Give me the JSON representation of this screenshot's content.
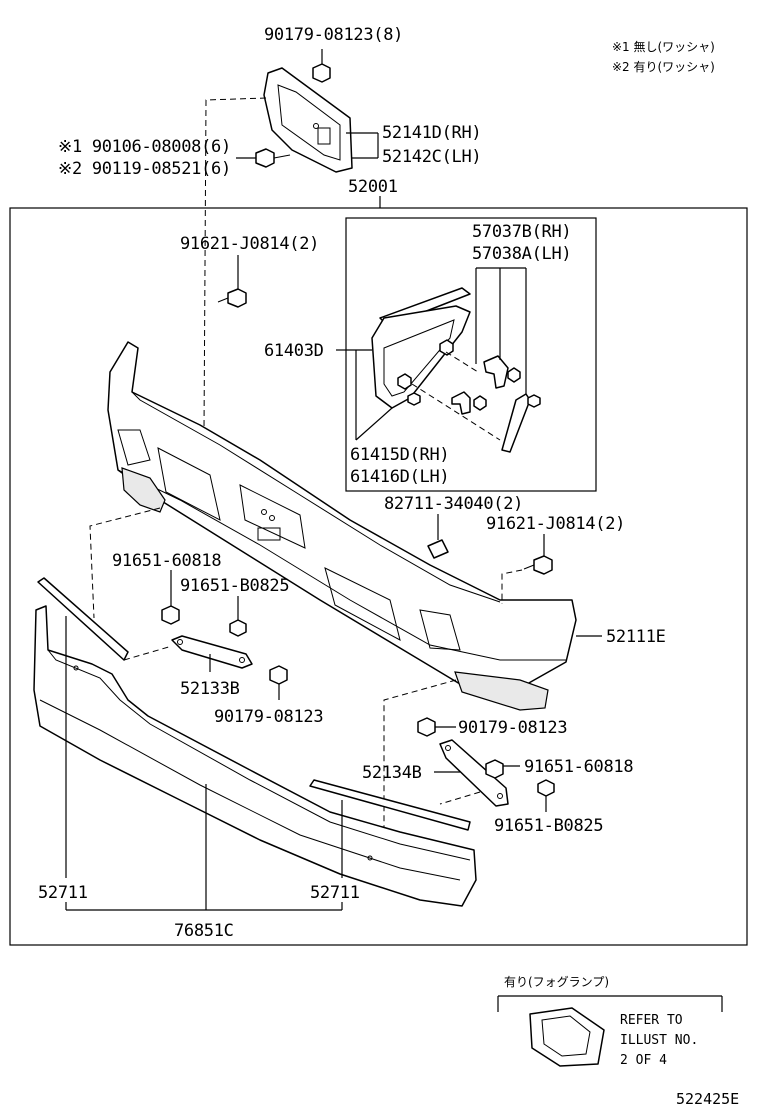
{
  "notes": {
    "note1": "※1 無し(ワッシャ)",
    "note2": "※2 有り(ワッシャ)"
  },
  "labels": {
    "p_90179_08123_8": "90179-08123(8)",
    "p_90106": "※1 90106-08008(6)",
    "p_90119": "※2 90119-08521(6)",
    "p_52141D": "52141D(RH)",
    "p_52142C": "52142C(LH)",
    "p_52001": "52001",
    "p_57037B": "57037B(RH)",
    "p_57038A": "57038A(LH)",
    "p_91621_top": "91621-J0814(2)",
    "p_61403D": "61403D",
    "p_61415D": "61415D(RH)",
    "p_61416D": "61416D(LH)",
    "p_82711": "82711-34040(2)",
    "p_91621_right": "91621-J0814(2)",
    "p_91651_60818_l": "91651-60818",
    "p_91651_B0825_l": "91651-B0825",
    "p_52111E": "52111E",
    "p_52133B": "52133B",
    "p_90179_08123_l": "90179-08123",
    "p_90179_08123_r": "90179-08123",
    "p_52134B": "52134B",
    "p_91651_60818_r": "91651-60818",
    "p_91651_B0825_r": "91651-B0825",
    "p_52711_l": "52711",
    "p_52711_r": "52711",
    "p_76851C": "76851C"
  },
  "fog": {
    "title": "有り(フォグランプ)",
    "ref1": "REFER TO",
    "ref2": "ILLUST NO.",
    "ref3": "2 OF 4"
  },
  "diagram_id": "522425E"
}
